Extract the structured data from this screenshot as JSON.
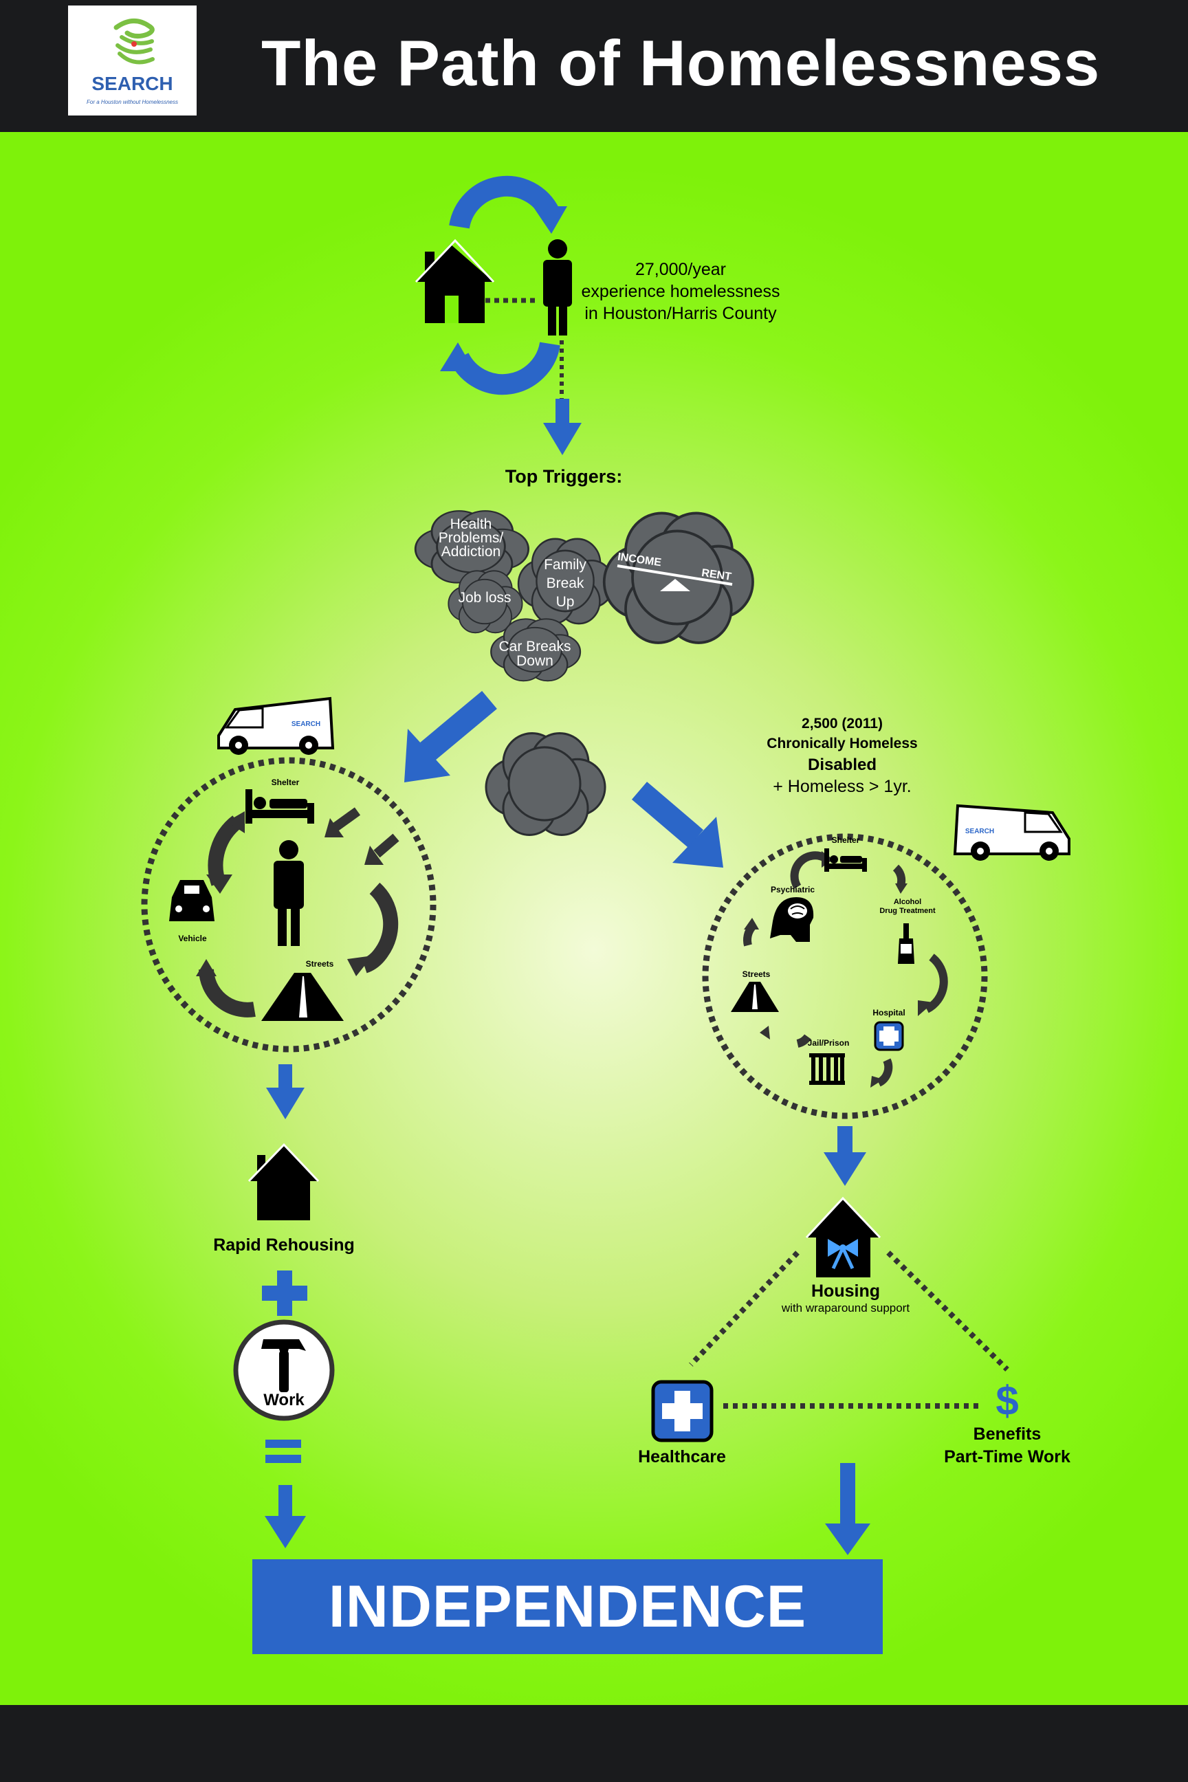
{
  "header": {
    "title": "The Path of Homelessness",
    "logo": {
      "name": "SEARCH",
      "tagline": "For a Houston without Homelessness"
    }
  },
  "top": {
    "stat": [
      "27,000/year",
      "experience homelessness",
      "in Houston/Harris County"
    ],
    "triggers_title": "Top Triggers:"
  },
  "triggers": {
    "health": [
      "Health",
      "Problems/",
      "Addiction"
    ],
    "family": [
      "Family",
      "Break",
      "Up"
    ],
    "job": "Job loss",
    "car": [
      "Car Breaks",
      "Down"
    ],
    "income": "INCOME",
    "rent": "RENT"
  },
  "van_label": "SEARCH",
  "left_cycle": {
    "shelter": "Shelter",
    "vehicle": "Vehicle",
    "streets": "Streets"
  },
  "left_path": {
    "rapid": "Rapid Rehousing",
    "work": "Work"
  },
  "right_info": {
    "line1": "2,500 (2011)",
    "line2": "Chronically Homeless",
    "line3": "Disabled",
    "line4": "+ Homeless > 1yr."
  },
  "right_cycle": {
    "shelter": "Shelter",
    "alcohol": [
      "Alcohol",
      "Drug Treatment"
    ],
    "psychiatric": "Psychiatric",
    "streets": "Streets",
    "hospital": "Hospital",
    "jail": "Jail/Prison"
  },
  "right_path": {
    "housing": "Housing",
    "housing_sub": "with wraparound support",
    "healthcare": "Healthcare",
    "benefits": "Benefits",
    "parttime": "Part-Time Work"
  },
  "result": "INDEPENDENCE",
  "colors": {
    "accent_blue": "#2b66c8",
    "background_green": "#7ef20a",
    "dark": "#1a1b1d",
    "cloud": "#5f6366"
  }
}
